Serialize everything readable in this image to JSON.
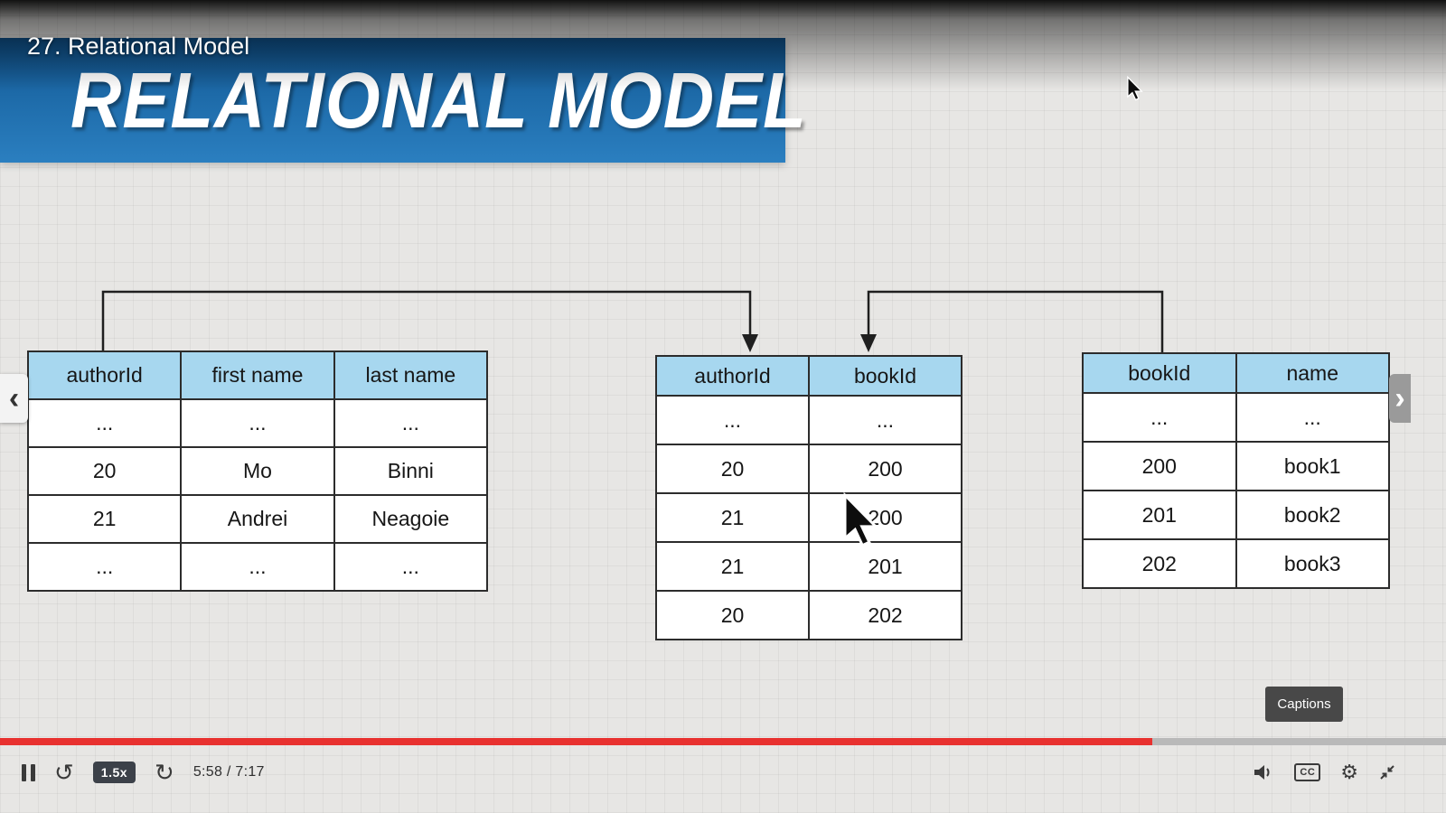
{
  "colors": {
    "table_header_blue": "#a7d7ef",
    "banner_blue_top": "#0e4d84",
    "banner_blue_bottom": "#2b7fc0",
    "progress_red": "#e8312f"
  },
  "overlay": {
    "lesson_title": "27. Relational Model"
  },
  "slide": {
    "banner_title": "RELATIONAL MODEL"
  },
  "tables": {
    "authors": {
      "headers": [
        "authorId",
        "first name",
        "last name"
      ],
      "rows": [
        [
          "...",
          "...",
          "..."
        ],
        [
          "20",
          "Mo",
          "Binni"
        ],
        [
          "21",
          "Andrei",
          "Neagoie"
        ],
        [
          "...",
          "...",
          "..."
        ]
      ]
    },
    "author_books": {
      "headers": [
        "authorId",
        "bookId"
      ],
      "rows": [
        [
          "...",
          "..."
        ],
        [
          "20",
          "200"
        ],
        [
          "21",
          "200"
        ],
        [
          "21",
          "201"
        ],
        [
          "20",
          "202"
        ]
      ]
    },
    "books": {
      "headers": [
        "bookId",
        "name"
      ],
      "rows": [
        [
          "...",
          "..."
        ],
        [
          "200",
          "book1"
        ],
        [
          "201",
          "book2"
        ],
        [
          "202",
          "book3"
        ]
      ]
    }
  },
  "player": {
    "speed_label": "1.5x",
    "time_display": "5:58 / 7:17",
    "captions_label": "Captions",
    "cc_label": "CC",
    "prev_glyph": "‹",
    "next_glyph": "›",
    "rewind_glyph": "↺",
    "forward_glyph": "↻",
    "gear_glyph": "⚙",
    "progress_percent": 79.7
  }
}
